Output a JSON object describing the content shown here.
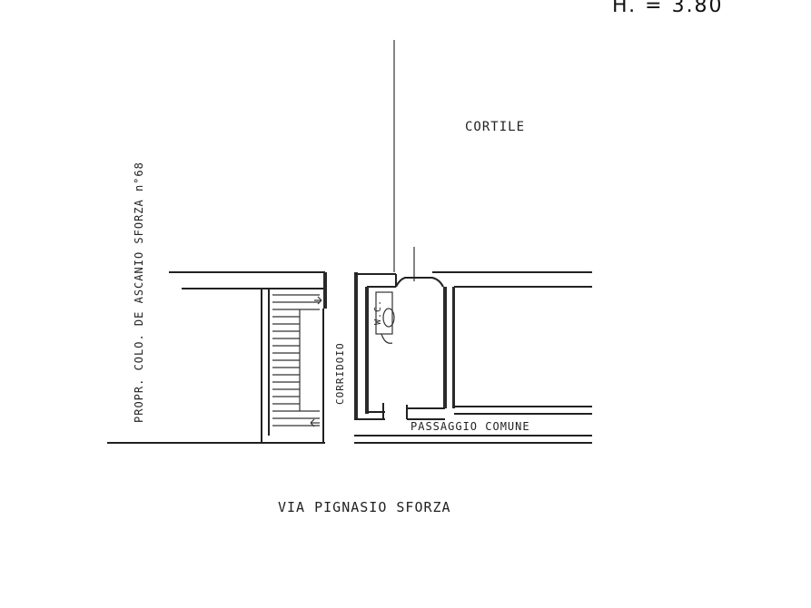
{
  "height_label": "H. = 3.80",
  "labels": {
    "courtyard": "CORTILE",
    "street": "VIA PIGNASIO SFORZA",
    "neighbor_property": "PROPR. COLO. DE ASCANIO SFORZA n°68",
    "corridor": "CORRIDOIO",
    "common_passage": "PASSAGGIO COMUNE",
    "wc": "W.C."
  }
}
